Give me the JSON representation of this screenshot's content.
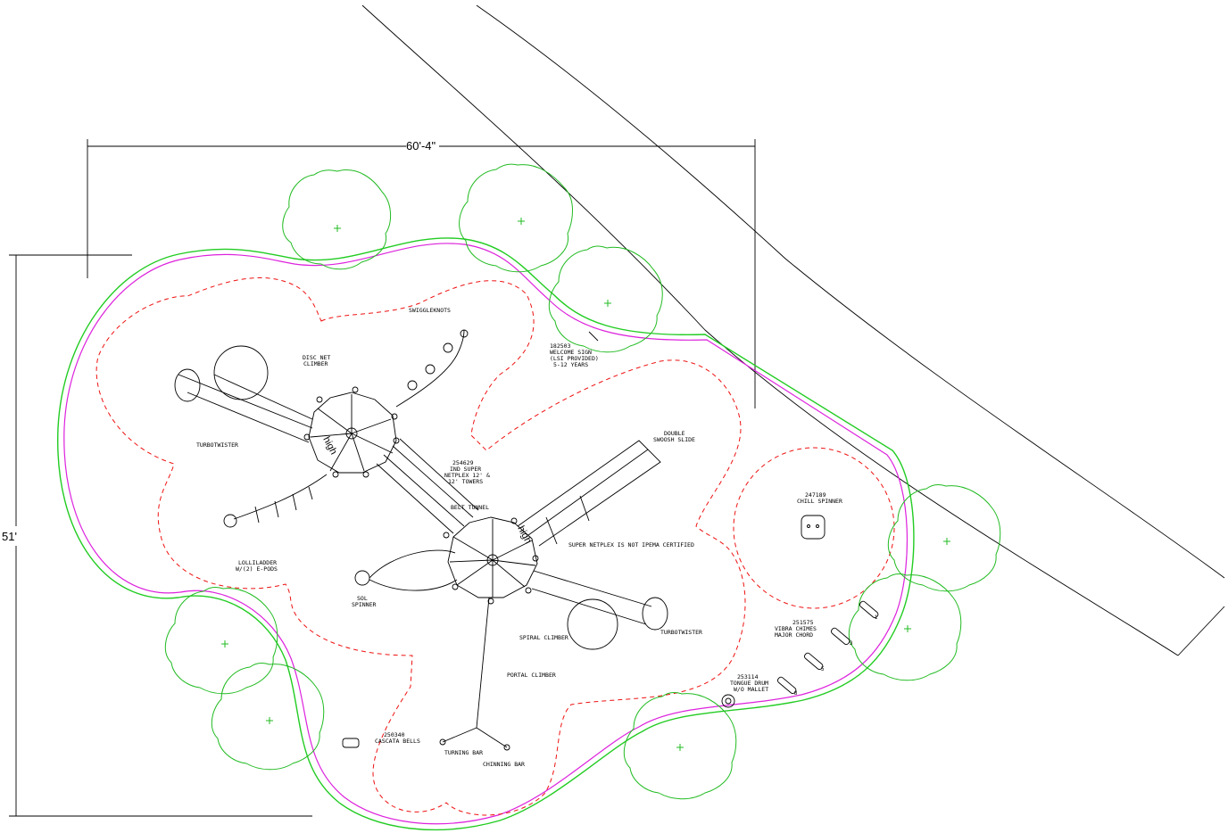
{
  "dimensions": {
    "width": "60'-4\"",
    "height": "51'"
  },
  "labels": {
    "swiggleknots": "SWIGGLEKNOTS",
    "disc_net": [
      "DISC NET",
      "CLIMBER"
    ],
    "welcome_sign": [
      "182503",
      "WELCOME SIGN",
      "(LSI PROVIDED)",
      "5-12 YEARS"
    ],
    "turbotwister_left": "TURBOTWISTER",
    "netplex": [
      "254629",
      "IND SUPER",
      "NETPLEX 12' &",
      "12' TOWERS"
    ],
    "double_swoosh": [
      "DOUBLE",
      "SWOOSH SLIDE"
    ],
    "belt_tunnel": "BELT TUNNEL",
    "chill_spinner": [
      "247189",
      "CHILL SPINNER"
    ],
    "super_netplex_note": "SUPER NETPLEX IS NOT IPEMA CERTIFIED",
    "loliladder": [
      "LOLLILADDER",
      "W/(2) E-PODS"
    ],
    "sol_spinner": [
      "SOL",
      "SPINNER"
    ],
    "spiral_climber": "SPIRAL CLIMBER",
    "turbotwister_right": "TURBOTWISTER",
    "vibra_chimes": [
      "251575",
      "VIBRA CHIMES",
      "MAJOR CHORD"
    ],
    "portal_climber": "PORTAL CLIMBER",
    "tongue_drum": [
      "253114",
      "TONGUE DRUM",
      "W/O MALLET"
    ],
    "cascata_bells": [
      "250340",
      "CASCATA BELLS"
    ],
    "turning_bar": "TURNING BAR",
    "chinning_bar": "CHINNING BAR",
    "tower_mark": "high",
    "chime_numbers": [
      "1",
      "3",
      "5",
      "8"
    ]
  },
  "colors": {
    "boundary_outer": "#22cc22",
    "boundary_inner": "#dd22dd",
    "use_zone": "#ee1111",
    "trees": "#22bb22",
    "linework": "#000000"
  }
}
